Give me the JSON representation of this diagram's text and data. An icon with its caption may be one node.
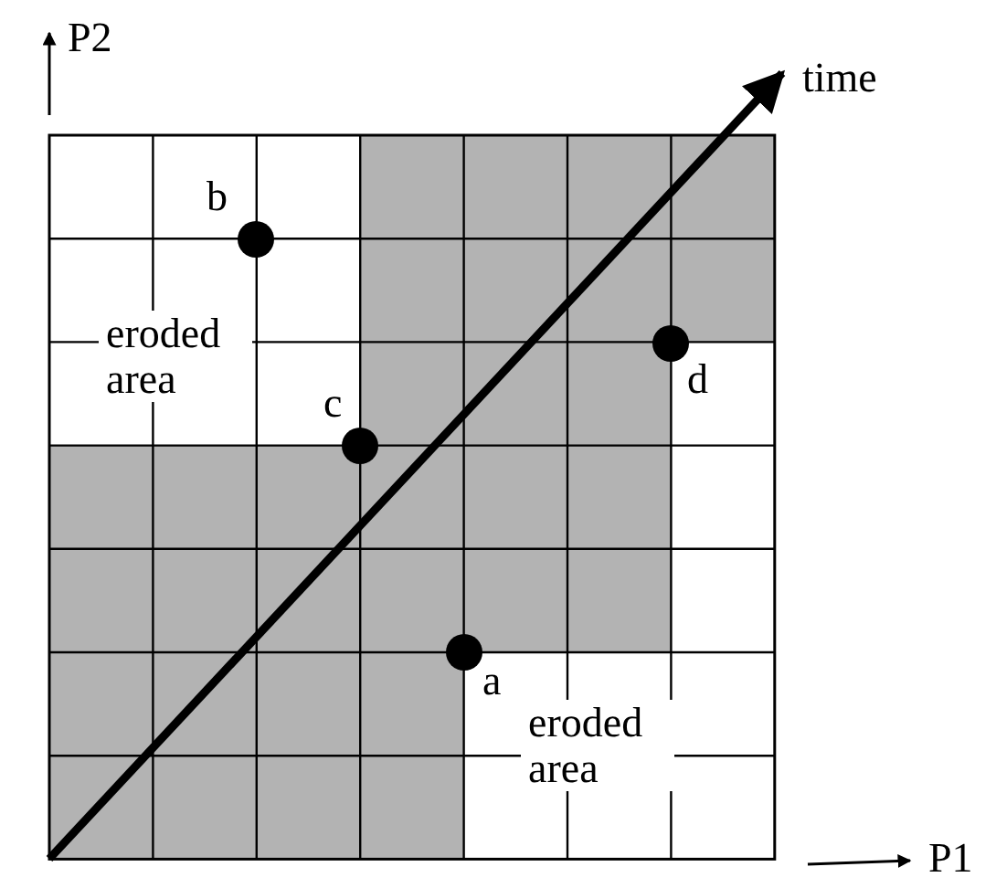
{
  "diagram": {
    "labels": [
      "P2",
      "time",
      "b",
      "eroded area",
      "d",
      "c",
      "a",
      "eroded area",
      "P1"
    ]
  }
}
